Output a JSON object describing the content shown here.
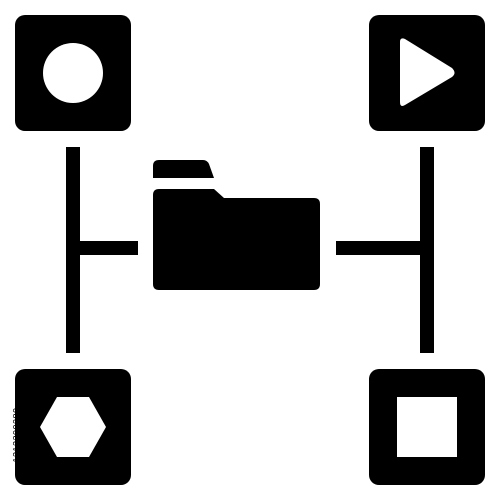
{
  "colors": {
    "ink": "#000000",
    "background": "#ffffff"
  },
  "icon": {
    "name": "folder-network-icon",
    "nodes": [
      {
        "name": "circle-node-icon",
        "shape": "circle"
      },
      {
        "name": "play-node-icon",
        "shape": "play-triangle"
      },
      {
        "name": "hexagon-node-icon",
        "shape": "hexagon"
      },
      {
        "name": "square-node-icon",
        "shape": "square"
      }
    ],
    "center": "folder-icon"
  },
  "watermark": {
    "stock_id": "1212290380"
  }
}
